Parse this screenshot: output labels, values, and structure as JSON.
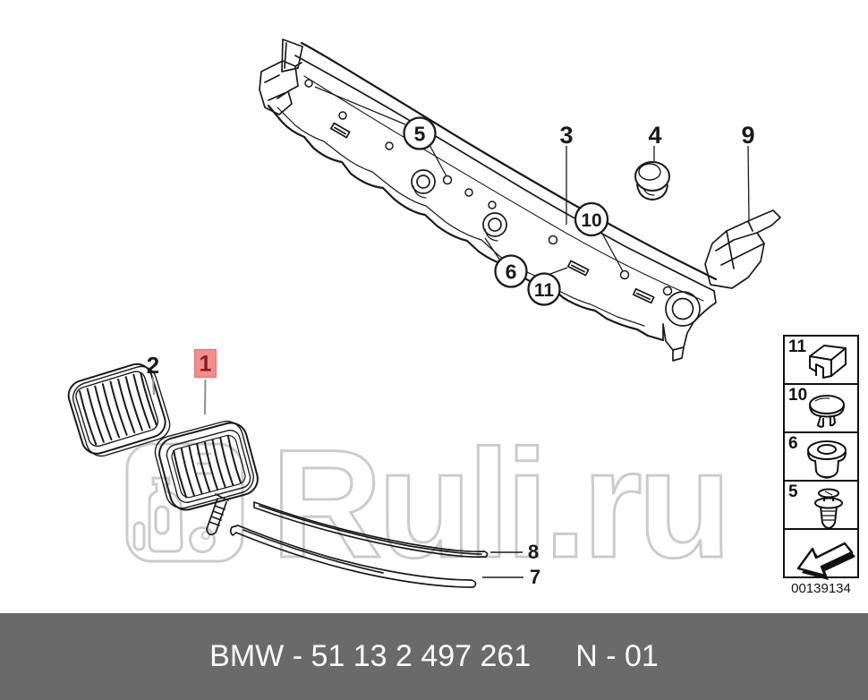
{
  "colors": {
    "line": "#1a1a1a",
    "watermark": "#cbcbcb",
    "leader_gray": "#8f8f8f",
    "highlight_bg": "#f28d8d",
    "highlight_border": "#e07979",
    "highlight_text": "#8a1d1d",
    "footer_bg": "#6a6a6a",
    "footer_text": "#fbfbfb"
  },
  "watermark": {
    "text": "Ruli.ru",
    "logo_icon": "oil-canister-logo-icon"
  },
  "diagram": {
    "title_hint": "BMW front grille / cowl panel exploded parts diagram",
    "callouts": {
      "n1": "1",
      "n2": "2",
      "n3": "3",
      "n4": "4",
      "n5": "5",
      "n6": "6",
      "n7": "7",
      "n8": "8",
      "n9": "9",
      "n10": "10",
      "n11": "11"
    }
  },
  "sidebar": {
    "items": [
      {
        "num": "11",
        "icon": "cage-clip-icon"
      },
      {
        "num": "10",
        "icon": "blind-plug-icon"
      },
      {
        "num": "6",
        "icon": "grommet-icon"
      },
      {
        "num": "5",
        "icon": "expanding-rivet-icon"
      }
    ],
    "arrow_icon": "direction-arrow-icon",
    "code": "00139134"
  },
  "footer": {
    "part_number": "BMW - 51 13 2 497 261",
    "revision": "N - 01"
  }
}
